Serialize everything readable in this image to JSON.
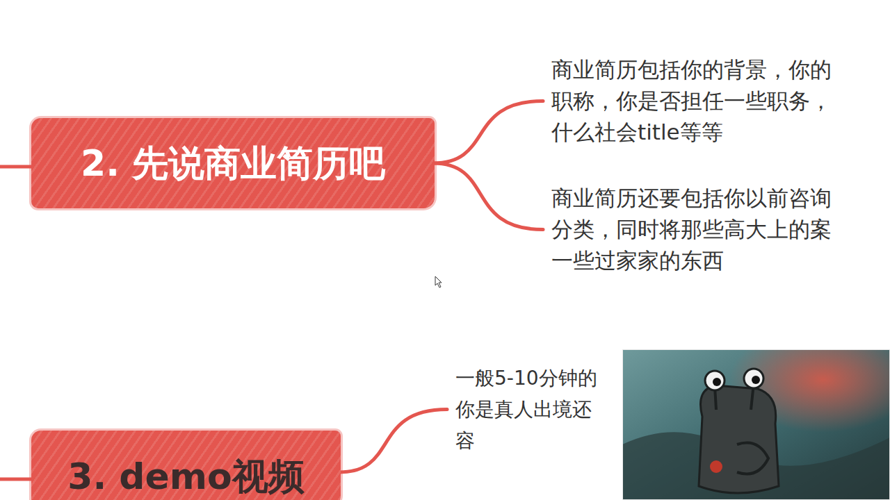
{
  "diagram": {
    "nodes": [
      {
        "text": [
          "2. 先说商业简历吧"
        ]
      },
      {
        "text": [
          "商业简历包括你的背景，你的 职称，你是否担任一些职务， 什么社会title等等"
        ]
      },
      {
        "text": [
          "商业简历还要包括你以前咨询 分类，同时将那些高大上的案 一些过家家的东西"
        ]
      },
      {
        "text": [
          "3. demo视频"
        ]
      },
      {
        "text": [
          "一般5-10分钟的 你是真人出境还 容"
        ]
      }
    ],
    "edges": [
      {
        "from": 0,
        "to": 1,
        "arrow": "none"
      },
      {
        "from": 0,
        "to": 2,
        "arrow": "none"
      },
      {
        "from": 3,
        "to": 4,
        "arrow": "none"
      }
    ]
  }
}
